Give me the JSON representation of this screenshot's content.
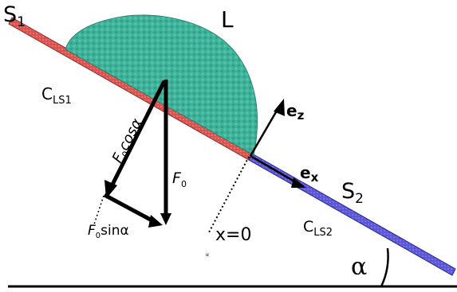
{
  "colors": {
    "substrate_1": "#d9534f",
    "substrate_1_edge": "#8e2b2b",
    "substrate_2": "#5b57d6",
    "substrate_2_edge": "#25238a",
    "droplet": "#3fb29a",
    "droplet_edge": "#1f7a66",
    "background": "#ffffff",
    "ink": "#000000"
  },
  "labels": {
    "s1": {
      "main": "S",
      "sub": "1"
    },
    "s2": {
      "main": "S",
      "sub": "2"
    },
    "liquid": "L",
    "cls1": {
      "main": "C",
      "sub": "LS1"
    },
    "cls2": {
      "main": "C",
      "sub": "LS2"
    },
    "ez": {
      "main": "e",
      "sub": "z"
    },
    "ex": {
      "main": "e",
      "sub": "x"
    },
    "f0": {
      "main": "F",
      "sub": "0"
    },
    "f0cos": {
      "main": "F",
      "sub": "0",
      "tail": "cosα"
    },
    "f0sin": {
      "main": "F",
      "sub": "0",
      "tail": "sinα"
    },
    "x0": "x=0",
    "alpha": "α",
    "alpha_small": "α"
  }
}
